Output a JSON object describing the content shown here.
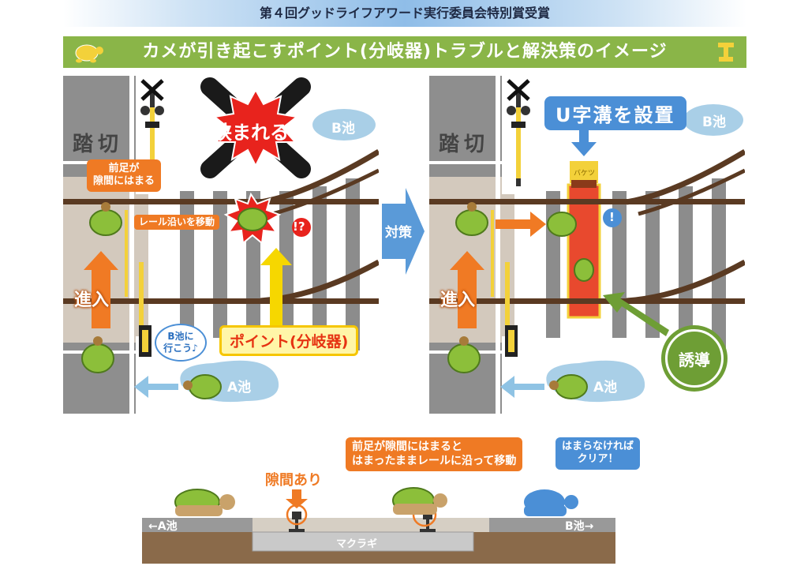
{
  "header": {
    "award_banner": "第４回グッドライフアワード実行委員会特別賞受賞",
    "title": "カメが引き起こすポイント(分岐器)トラブルと解決策のイメージ"
  },
  "left_panel": {
    "crossing_label": "踏切",
    "pond_b_label": "B池",
    "pond_a_label": "A池",
    "front_leg_callout": "前足が\n隙間にはまる",
    "move_along_rail_label": "レール沿いを移動",
    "squeezed_label": "挟まれる",
    "surprise_mark": "!?",
    "point_callout": "ポイント(分岐器)",
    "entry_label": "進入",
    "speech_bubble": "B池に\n行こう♪"
  },
  "countermeasure_label": "対策",
  "right_panel": {
    "crossing_label": "踏切",
    "pond_b_label": "B池",
    "pond_a_label": "A池",
    "u_ditch_callout": "U字溝を設置",
    "bucket_label": "バケツ",
    "exclaim_mark": "!",
    "entry_label": "進入",
    "guide_label": "誘導"
  },
  "cross_section": {
    "gap_label": "隙間あり",
    "move_callout": "前足が隙間にはまると\nはまったままレールに沿って移動",
    "clear_callout": "はまらなければ\nクリア！",
    "to_pond_a": "←A池",
    "to_pond_b": "B池→",
    "sleeper_label": "マクラギ"
  },
  "colors": {
    "title_green": "#8ab548",
    "callout_orange": "#ef7a24",
    "arrow_orange": "#f07a24",
    "point_yellow": "#f6c600",
    "pond_blue": "#a9cfe7",
    "ditch_red": "#e8492e",
    "guide_green": "#6e9e35",
    "rail_brown": "#5a3a22",
    "sleeper_gray": "#8c8c8c"
  },
  "icons": [
    "turtle-icon",
    "rail-icon",
    "crossing-signal-icon",
    "crossing-gate-icon",
    "big-x-icon",
    "burst-icon"
  ]
}
